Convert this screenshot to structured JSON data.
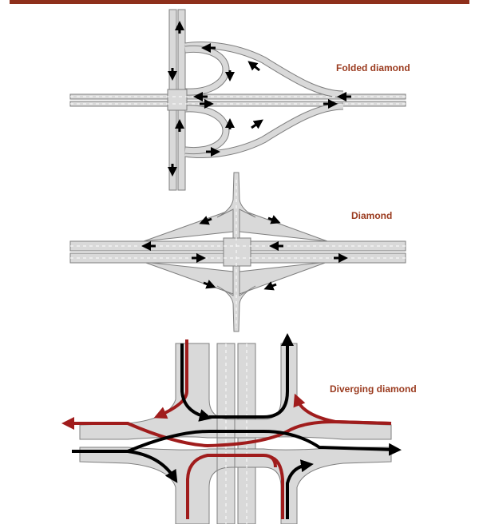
{
  "labels": {
    "folded": "Folded diamond",
    "diamond": "Diamond",
    "diverging": "Diverging diamond"
  },
  "colors": {
    "accent": "#9a3a1e",
    "road": "#d9d9d9",
    "road_edge": "#7f7f7f",
    "arrow_black": "#000000",
    "arrow_red": "#a01c1c"
  }
}
